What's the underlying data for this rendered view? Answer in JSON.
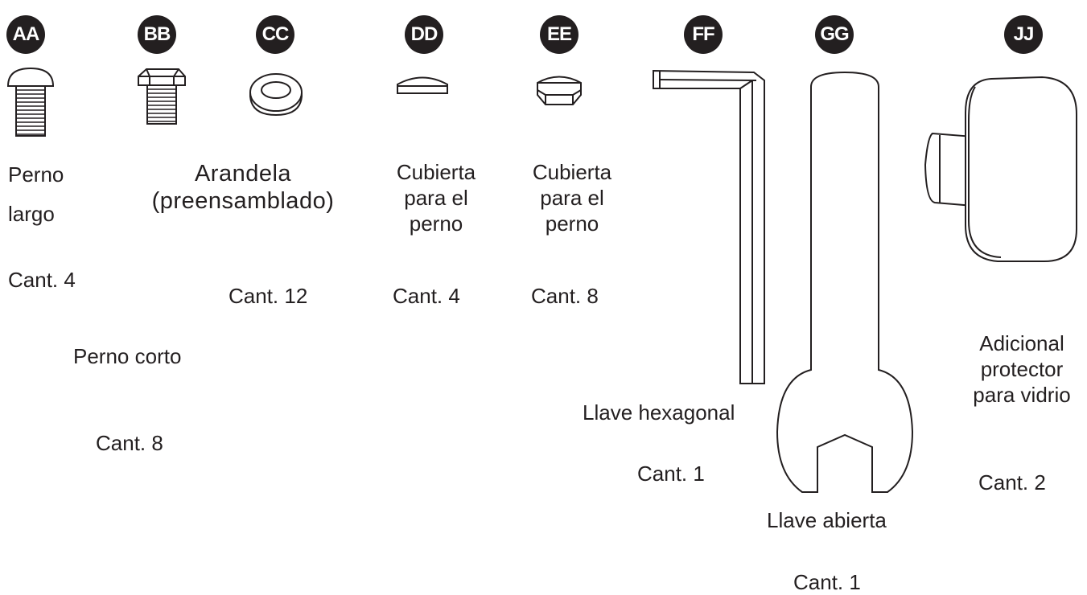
{
  "parts": [
    {
      "id": "AA",
      "name": "Perno largo",
      "lines": [
        "Perno",
        "largo"
      ],
      "qty": "Cant. 4"
    },
    {
      "id": "BB",
      "name": "Perno corto",
      "lines": [
        "Perno corto"
      ],
      "qty": "Cant. 8"
    },
    {
      "id": "CC",
      "name": "Arandela (preensamblado)",
      "lines": [
        "Arandela",
        "(preensamblado)"
      ],
      "qty": "Cant. 12"
    },
    {
      "id": "DD",
      "name": "Cubierta para el perno",
      "lines": [
        "Cubierta",
        "para el",
        "perno"
      ],
      "qty": "Cant. 4"
    },
    {
      "id": "EE",
      "name": "Cubierta para el perno",
      "lines": [
        "Cubierta",
        "para el",
        "perno"
      ],
      "qty": "Cant. 8"
    },
    {
      "id": "FF",
      "name": "Llave hexagonal",
      "lines": [
        "Llave hexagonal"
      ],
      "qty": "Cant. 1"
    },
    {
      "id": "GG",
      "name": "Llave abierta",
      "lines": [
        "Llave abierta"
      ],
      "qty": "Cant. 1"
    },
    {
      "id": "JJ",
      "name": "Adicional protector para vidrio",
      "lines": [
        "Adicional",
        "protector",
        "para vidrio"
      ],
      "qty": "Cant. 2"
    }
  ]
}
